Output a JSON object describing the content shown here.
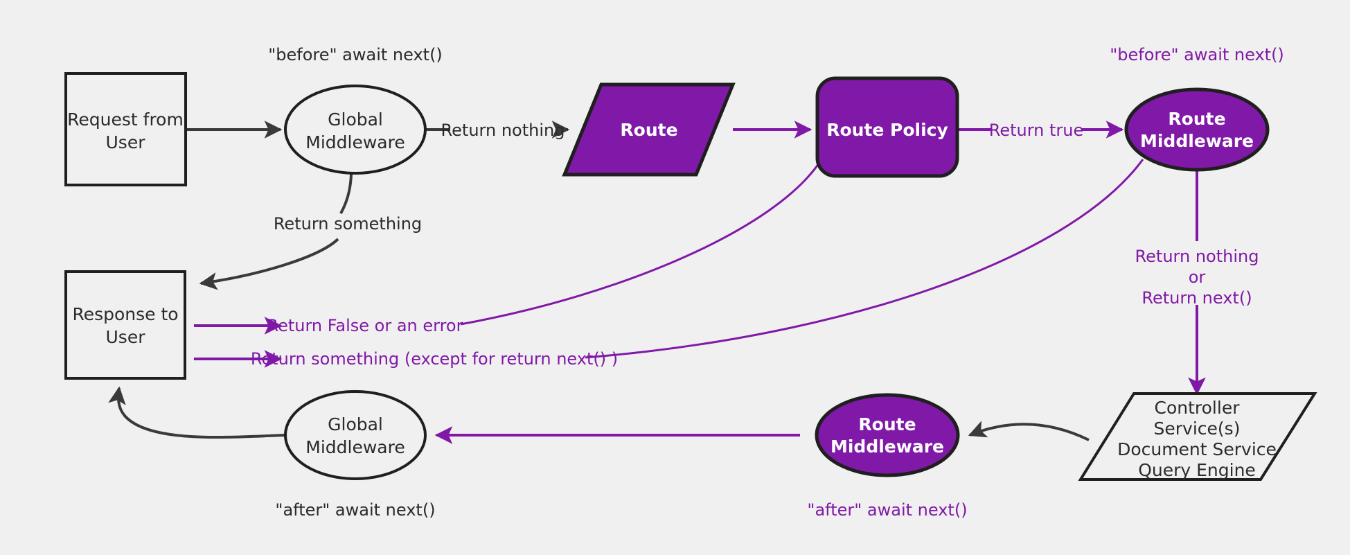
{
  "diagram": {
    "title": "Middleware request lifecycle flow",
    "background_color": "#f0f0f0",
    "accent_color": "#8019a7",
    "dark_color": "#2b2b2b"
  },
  "nodes": {
    "request": {
      "line1": "Request from",
      "line2": "User"
    },
    "global_middleware_top": {
      "line1": "Global",
      "line2": "Middleware"
    },
    "route": {
      "label": "Route"
    },
    "route_policy": {
      "label": "Route Policy"
    },
    "route_middleware_top": {
      "line1": "Route",
      "line2": "Middleware"
    },
    "controller": {
      "line1": "Controller",
      "line2": "Service(s)",
      "line3": "Document Service",
      "line4": "Query Engine"
    },
    "route_middleware_bottom": {
      "line1": "Route",
      "line2": "Middleware"
    },
    "global_middleware_bottom": {
      "line1": "Global",
      "line2": "Middleware"
    },
    "response": {
      "line1": "Response to",
      "line2": "User"
    }
  },
  "annotations": {
    "before_await_next_global": "\"before\" await next()",
    "before_await_next_route": "\"before\" await next()",
    "after_await_next_global": "\"after\" await next()",
    "after_await_next_route": "\"after\" await next()"
  },
  "edges": {
    "return_nothing": "Return nothing",
    "return_something": "Return something",
    "return_true": "Return true",
    "return_false_or_error": "Return False or an error",
    "return_something_except_next": "Return something (except for return next() )",
    "return_nothing_or_next_line1": "Return nothing",
    "return_nothing_or_next_line2": "or",
    "return_nothing_or_next_line3": "Return next()"
  }
}
